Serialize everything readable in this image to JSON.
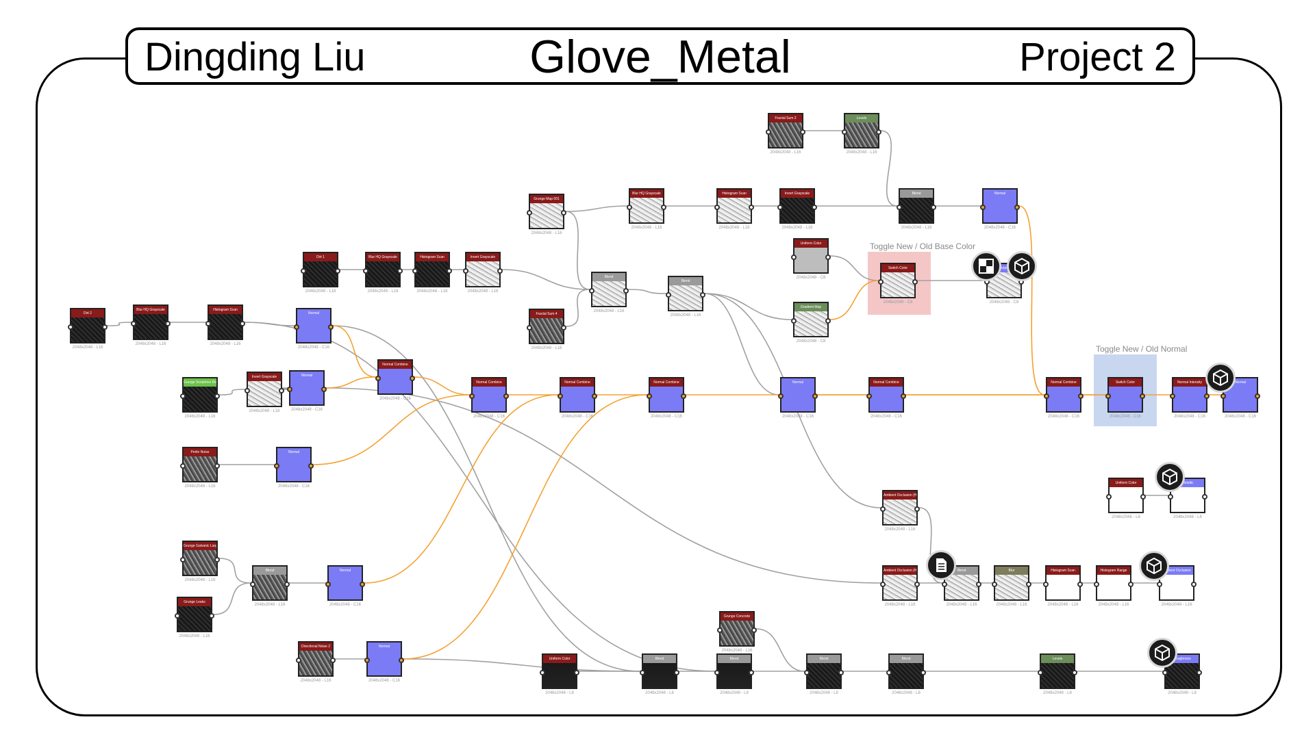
{
  "header": {
    "author": "Dingding Liu",
    "title": "Glove_Metal",
    "project": "Project 2"
  },
  "frames": [
    {
      "label": "Toggle New / Old Base Color",
      "color": "#f5c6c6"
    },
    {
      "label": "Toggle New / Old Normal",
      "color": "#c8d6f0"
    }
  ],
  "colors": {
    "normal_wire": "#f5a030",
    "gray_wire": "#a0a0a0",
    "normal_node": "#7b7bf5",
    "header_red": "#8b1a1a",
    "header_green": "#6b8e5a",
    "header_gray": "#9a9a9a"
  },
  "nodes": [
    {
      "id": "n1",
      "title": "Dirt 2",
      "caption": "2048x2048 - L16",
      "hdr": "red",
      "body": "dark"
    },
    {
      "id": "n2",
      "title": "Blur HQ Grayscale",
      "caption": "2048x2048 - L16",
      "hdr": "red",
      "body": "dark"
    },
    {
      "id": "n3",
      "title": "Histogram Scan",
      "caption": "2048x2048 - L16",
      "hdr": "red",
      "body": "dark"
    },
    {
      "id": "n4",
      "title": "Normal",
      "caption": "2048x2048 - C16",
      "hdr": "normal",
      "body": "normal"
    },
    {
      "id": "n5",
      "title": "Dirt 1",
      "caption": "2048x2048 - L16",
      "hdr": "red",
      "body": "dark"
    },
    {
      "id": "n6",
      "title": "Blur HQ Grayscale",
      "caption": "2048x2048 - L16",
      "hdr": "red",
      "body": "dark"
    },
    {
      "id": "n7",
      "title": "Histogram Scan",
      "caption": "2048x2048 - L16",
      "hdr": "red",
      "body": "dark"
    },
    {
      "id": "n8",
      "title": "Invert Grayscale",
      "caption": "2048x2048 - L16",
      "hdr": "red",
      "body": "light"
    },
    {
      "id": "n9",
      "title": "Grunge Map 001",
      "caption": "2048x2048 - L16",
      "hdr": "red",
      "body": "light"
    },
    {
      "id": "n10",
      "title": "Blur HQ Grayscale",
      "caption": "2048x2048 - L16",
      "hdr": "red",
      "body": "light"
    },
    {
      "id": "n11",
      "title": "Histogram Scan",
      "caption": "2048x2048 - L16",
      "hdr": "red",
      "body": "light"
    },
    {
      "id": "n12",
      "title": "Invert Grayscale",
      "caption": "2048x2048 - L16",
      "hdr": "red",
      "body": "dark"
    },
    {
      "id": "n13",
      "title": "Fractal Sum 2",
      "caption": "2048x2048 - L16",
      "hdr": "red",
      "body": "mid"
    },
    {
      "id": "n14",
      "title": "Levels",
      "caption": "2048x2048 - L16",
      "hdr": "green",
      "body": "mid"
    },
    {
      "id": "n15",
      "title": "Blend",
      "caption": "2048x2048 - L16",
      "hdr": "gray",
      "body": "dark"
    },
    {
      "id": "n16",
      "title": "Normal",
      "caption": "2048x2048 - C16",
      "hdr": "normal",
      "body": "normal"
    },
    {
      "id": "n17",
      "title": "Uniform Color",
      "caption": "2048x2048 - C8",
      "hdr": "red",
      "body": "gray"
    },
    {
      "id": "n18",
      "title": "Switch Color",
      "caption": "2048x2048 - C8",
      "hdr": "red",
      "body": "light"
    },
    {
      "id": "n19",
      "title": "Gradient Map",
      "caption": "2048x2048 - C8",
      "hdr": "green",
      "body": "light"
    },
    {
      "id": "n20",
      "title": "Output",
      "caption": "2048x2048 - C8",
      "hdr": "normal",
      "body": "light"
    },
    {
      "id": "n21",
      "title": "Blend",
      "caption": "2048x2048 - L16",
      "hdr": "gray",
      "body": "light"
    },
    {
      "id": "n22",
      "title": "Blend",
      "caption": "2048x2048 - L16",
      "hdr": "gray",
      "body": "light"
    },
    {
      "id": "n23",
      "title": "Fractal Sum 4",
      "caption": "2048x2048 - L16",
      "hdr": "red",
      "body": "mid"
    },
    {
      "id": "n24",
      "title": "Grunge Scratches Rough",
      "caption": "2048x2048 - L16",
      "hdr": "lgreen",
      "body": "dark"
    },
    {
      "id": "n25",
      "title": "Invert Grayscale",
      "caption": "2048x2048 - L16",
      "hdr": "red",
      "body": "light"
    },
    {
      "id": "n26",
      "title": "Normal",
      "caption": "2048x2048 - C16",
      "hdr": "normal",
      "body": "normal"
    },
    {
      "id": "n27",
      "title": "Normal Combine",
      "caption": "2048x2048 - C16",
      "hdr": "red",
      "body": "normal"
    },
    {
      "id": "n28",
      "title": "Normal Combine",
      "caption": "2048x2048 - C16",
      "hdr": "red",
      "body": "normal"
    },
    {
      "id": "n29",
      "title": "Normal Combine",
      "caption": "2048x2048 - C16",
      "hdr": "red",
      "body": "normal"
    },
    {
      "id": "n30",
      "title": "Normal Combine",
      "caption": "2048x2048 - C16",
      "hdr": "red",
      "body": "normal"
    },
    {
      "id": "n31",
      "title": "Normal",
      "caption": "2048x2048 - C16",
      "hdr": "normal",
      "body": "normal"
    },
    {
      "id": "n32",
      "title": "Normal Combine",
      "caption": "2048x2048 - C16",
      "hdr": "red",
      "body": "normal"
    },
    {
      "id": "n33",
      "title": "Normal Combine",
      "caption": "2048x2048 - C16",
      "hdr": "red",
      "body": "normal"
    },
    {
      "id": "n34",
      "title": "Switch Color",
      "caption": "2048x2048 - C16",
      "hdr": "red",
      "body": "normal"
    },
    {
      "id": "n35",
      "title": "Normal Intensity",
      "caption": "2048x2048 - C16",
      "hdr": "red",
      "body": "normal"
    },
    {
      "id": "n36",
      "title": "Normal",
      "caption": "2048x2048 - C16",
      "hdr": "normal",
      "body": "normal"
    },
    {
      "id": "n37",
      "title": "Perlin Noise",
      "caption": "2048x2048 - L16",
      "hdr": "red",
      "body": "mid"
    },
    {
      "id": "n38",
      "title": "Normal",
      "caption": "2048x2048 - C16",
      "hdr": "normal",
      "body": "normal"
    },
    {
      "id": "n39",
      "title": "Uniform Color",
      "caption": "2048x2048 - L8",
      "hdr": "red",
      "body": "white"
    },
    {
      "id": "n40",
      "title": "Metallic",
      "caption": "2048x2048 - L8",
      "hdr": "normal",
      "body": "white"
    },
    {
      "id": "n41",
      "title": "Ambient Occlusion (H...",
      "caption": "2048x2048 - L16",
      "hdr": "red",
      "body": "light"
    },
    {
      "id": "n42",
      "title": "Ambient Occlusion (H...",
      "caption": "2048x2048 - L16",
      "hdr": "red",
      "body": "light"
    },
    {
      "id": "n43",
      "title": "Blend",
      "caption": "2048x2048 - L16",
      "hdr": "gray",
      "body": "light"
    },
    {
      "id": "n44",
      "title": "Blur",
      "caption": "2048x2048 - L16",
      "hdr": "olive",
      "body": "light"
    },
    {
      "id": "n45",
      "title": "Histogram Scan",
      "caption": "2048x2048 - L16",
      "hdr": "red",
      "body": "white"
    },
    {
      "id": "n46",
      "title": "Histogram Range",
      "caption": "2048x2048 - L16",
      "hdr": "red",
      "body": "white"
    },
    {
      "id": "n47",
      "title": "Ambient Occlusion",
      "caption": "2048x2048 - L16",
      "hdr": "normal",
      "body": "white"
    },
    {
      "id": "n48",
      "title": "Grunge Galvanic Large",
      "caption": "2048x2048 - L16",
      "hdr": "red",
      "body": "mid"
    },
    {
      "id": "n49",
      "title": "Grunge Leaks",
      "caption": "2048x2048 - L16",
      "hdr": "red",
      "body": "dark"
    },
    {
      "id": "n50",
      "title": "Blend",
      "caption": "2048x2048 - L16",
      "hdr": "gray",
      "body": "mid"
    },
    {
      "id": "n51",
      "title": "Normal",
      "caption": "2048x2048 - C16",
      "hdr": "normal",
      "body": "normal"
    },
    {
      "id": "n52",
      "title": "Grunge Concrete",
      "caption": "2048x2048 - L16",
      "hdr": "red",
      "body": "mid"
    },
    {
      "id": "n53",
      "title": "Directional Noise 2",
      "caption": "2048x2048 - L16",
      "hdr": "red",
      "body": "mid"
    },
    {
      "id": "n54",
      "title": "Normal",
      "caption": "2048x2048 - C16",
      "hdr": "normal",
      "body": "normal"
    },
    {
      "id": "n55",
      "title": "Uniform Color",
      "caption": "2048x2048 - L8",
      "hdr": "red",
      "body": "black"
    },
    {
      "id": "n56",
      "title": "Blend",
      "caption": "2048x2048 - L8",
      "hdr": "gray",
      "body": "black"
    },
    {
      "id": "n57",
      "title": "Blend",
      "caption": "2048x2048 - L8",
      "hdr": "gray",
      "body": "black"
    },
    {
      "id": "n58",
      "title": "Blend",
      "caption": "2048x2048 - L8",
      "hdr": "gray",
      "body": "dark"
    },
    {
      "id": "n59",
      "title": "Blend",
      "caption": "2048x2048 - L8",
      "hdr": "gray",
      "body": "dark"
    },
    {
      "id": "n60",
      "title": "Levels",
      "caption": "2048x2048 - L8",
      "hdr": "green",
      "body": "dark"
    },
    {
      "id": "n61",
      "title": "Roughness",
      "caption": "2048x2048 - L8",
      "hdr": "normal",
      "body": "dark"
    }
  ]
}
